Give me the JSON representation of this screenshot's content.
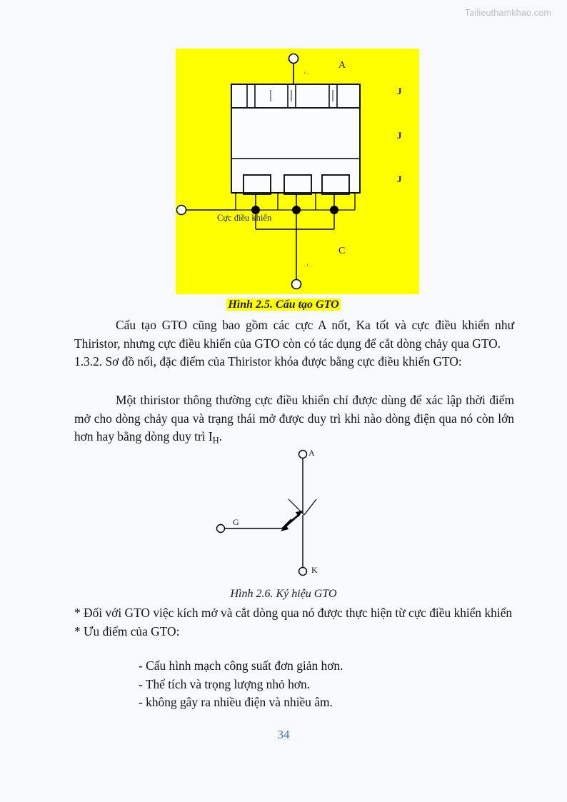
{
  "watermark": "Tailieuthamkhao.com",
  "figure_structure": {
    "caption": "Hình 2.5. Cấu tạo GTO",
    "background_color": "#ffff00",
    "labels": {
      "anode": "A",
      "cathode": "C",
      "junction_1": "J",
      "junction_2": "J",
      "junction_3": "J",
      "gate_terminal": "Cực điều khiển"
    }
  },
  "figure_symbol": {
    "caption": "Hình 2.6. Ký hiệu GTO",
    "labels": {
      "anode": "A",
      "cathode": "K",
      "gate": "G"
    }
  },
  "body": {
    "para_1": "Cấu tạo GTO cũng bao gồm các cực A nốt, Ka tốt và cực điều khiển như Thiristor, nhưng cực điều khiển của GTO còn có tác dụng để cắt dòng chảy qua GTO.",
    "heading_1": "1.3.2. Sơ đồ nối, đặc điểm của Thiristor khóa được bằng cực điều khiển GTO:",
    "para_2_prefix": "Một thiristor thông thường cực điều khiển chỉ được dùng để xác lập thời điểm mở cho dòng chảy qua và trạng thái mở được duy trì khi nào dòng điện qua nó còn lớn hơn hay  bằng dòng duy trì I",
    "para_2_subscript": "H",
    "para_2_suffix": ".",
    "para_3": "* Đối với GTO việc kích mở và cắt dòng qua nó được thực hiện từ cực điều khiển khiển",
    "heading_2": "* Ưu điểm của GTO:",
    "bullets": [
      "- Cấu hình mạch công suất đơn giản hơn.",
      "- Thể tích và trọng lượng  nhỏ hơn.",
      "- không gây ra nhiều điện và nhiều âm."
    ]
  },
  "page_number": "34",
  "colors": {
    "page_background": "#f8f9fb",
    "highlight": "#ffff00",
    "page_number": "#3b6fb6",
    "watermark": "#b9bcc2",
    "text": "#121212"
  }
}
